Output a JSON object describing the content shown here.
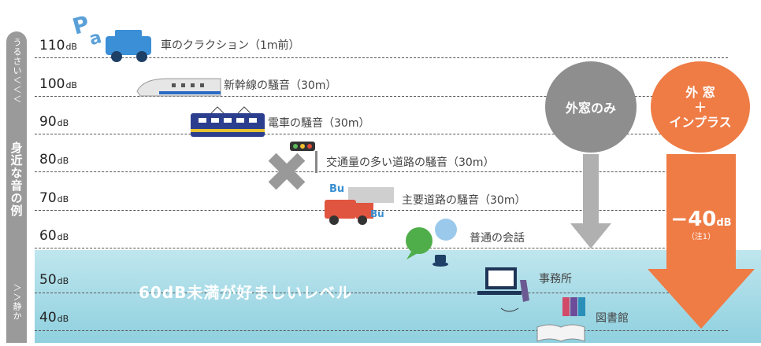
{
  "side_bar": {
    "top_text": "うるさい＜＜＜",
    "middle_text": "身近な音の例",
    "bottom_text": "＞＞静か"
  },
  "scale": [
    {
      "value": "110",
      "unit": "dB"
    },
    {
      "value": "100",
      "unit": "dB"
    },
    {
      "value": "90",
      "unit": "dB"
    },
    {
      "value": "80",
      "unit": "dB"
    },
    {
      "value": "70",
      "unit": "dB"
    },
    {
      "value": "60",
      "unit": "dB"
    },
    {
      "value": "50",
      "unit": "dB"
    },
    {
      "value": "40",
      "unit": "dB"
    }
  ],
  "sources": [
    {
      "label": "車のクラクション（1m前）",
      "icon": "car-horn-icon"
    },
    {
      "label": "新幹線の騒音（30m）",
      "icon": "bullet-train-icon"
    },
    {
      "label": "電車の騒音（30m）",
      "icon": "train-icon"
    },
    {
      "label": "交通量の多い道路の騒音（30m）",
      "icon": "traffic-signal-icon"
    },
    {
      "label": "主要道路の騒音（30m）",
      "icon": "trucks-icon"
    },
    {
      "label": "普通の会話",
      "icon": "speech-bubbles-icon"
    },
    {
      "label": "事務所",
      "icon": "office-desk-icon"
    },
    {
      "label": "図書館",
      "icon": "books-icon"
    }
  ],
  "quiet_zone_message": "60dB未満が好ましいレベル",
  "circles": {
    "window_only": "外窓のみ",
    "inplus_line1": "外 窓",
    "inplus_line2": "＋",
    "inplus_line3": "インプラス"
  },
  "reduction": {
    "value": "−40",
    "unit": "dB",
    "note": "（注1）"
  },
  "colors": {
    "side_bar": "#9a9a9a",
    "quiet_zone": "#8fd0df",
    "window_only": "#8e8e8e",
    "inplus": "#ef7b45",
    "arrow_gray": "#b0b0b0",
    "arrow_orange": "#ef7b45"
  }
}
